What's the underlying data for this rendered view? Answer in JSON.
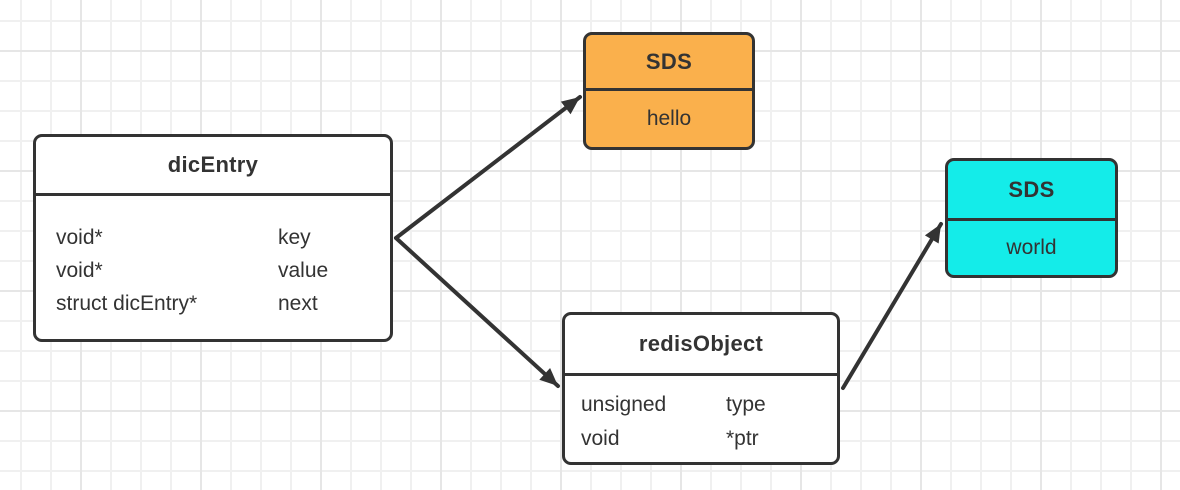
{
  "colors": {
    "line": "#333333",
    "text": "#333333",
    "node-fill": "#ffffff",
    "sds-hello-fill": "#fab04c",
    "sds-world-fill": "#14ece9",
    "canvas-bg": "#ffffff",
    "grid-minor": "#f0f0f0",
    "grid-major": "#e6e6e6"
  },
  "nodes": {
    "dic_entry": {
      "title": "dicEntry",
      "rows": [
        {
          "type": "void*",
          "name": "key"
        },
        {
          "type": "void*",
          "name": "value"
        },
        {
          "type": "struct dicEntry*",
          "name": "next"
        }
      ]
    },
    "sds_hello": {
      "title": "SDS",
      "value": "hello",
      "fill": "#fab04c"
    },
    "redis_object": {
      "title": "redisObject",
      "rows": [
        {
          "type": "unsigned",
          "name": "type"
        },
        {
          "type": "void",
          "name": "*ptr"
        }
      ]
    },
    "sds_world": {
      "title": "SDS",
      "value": "world",
      "fill": "#14ece9"
    }
  },
  "edges": [
    {
      "from": "dicEntry",
      "to": "SDS (hello)"
    },
    {
      "from": "dicEntry",
      "to": "redisObject"
    },
    {
      "from": "redisObject",
      "to": "SDS (world)"
    }
  ]
}
